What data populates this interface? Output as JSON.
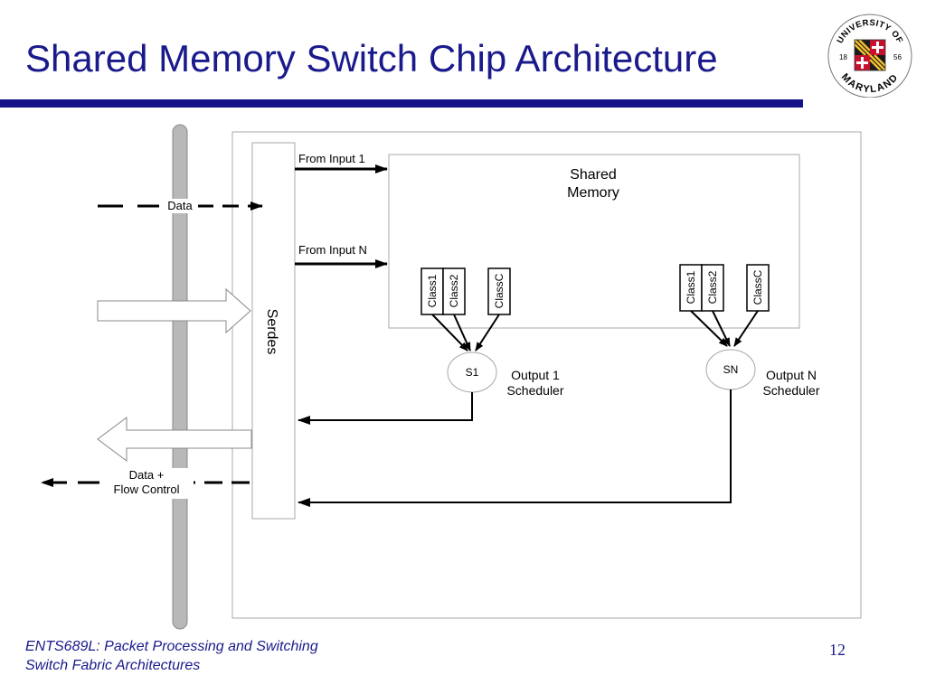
{
  "slide": {
    "title": "Shared Memory Switch Chip Architecture",
    "footer_course": "ENTS689L: Packet Processing and Switching",
    "footer_topic": "Switch Fabric Architectures",
    "page_number": "12"
  },
  "logo": {
    "top_text": "UNIVERSITY OF",
    "bottom_text": "MARYLAND",
    "year_left": "18",
    "year_right": "56"
  },
  "diagram": {
    "serdes_label": "Serdes",
    "shared_memory_line1": "Shared",
    "shared_memory_line2": "Memory",
    "from_input_1": "From Input 1",
    "from_input_n": "From Input N",
    "data_label": "Data",
    "data_flow_line1": "Data +",
    "data_flow_line2": "Flow Control",
    "queues_1": [
      "Class1",
      "Class2",
      "ClassC"
    ],
    "queues_n": [
      "Class1",
      "Class2",
      "ClassC"
    ],
    "scheduler_1_node": "S1",
    "scheduler_n_node": "SN",
    "scheduler_1_line1": "Output 1",
    "scheduler_1_line2": "Scheduler",
    "scheduler_n_line1": "Output N",
    "scheduler_n_line2": "Scheduler"
  },
  "colors": {
    "title_blue": "#1a1a8c",
    "rule_blue": "#141488",
    "bus_gray": "#b8b8b8",
    "logo_red": "#c8102e",
    "logo_gold": "#f2c12e"
  }
}
